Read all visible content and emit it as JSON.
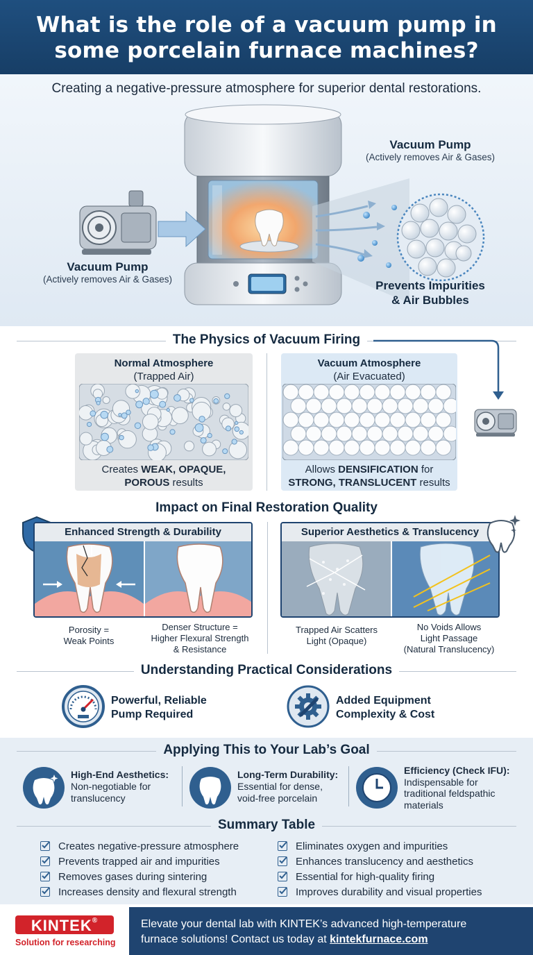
{
  "header": {
    "title_line1": "What is the role of a vacuum pump in",
    "title_line2": "some porcelain furnace machines?"
  },
  "hero": {
    "subtitle": "Creating a negative-pressure atmosphere for superior dental restorations.",
    "pump_left_title": "Vacuum Pump",
    "pump_left_sub": "(Actively removes Air & Gases)",
    "pump_right_title": "Vacuum Pump",
    "pump_right_sub": "(Actively removes Air & Gases)",
    "prevents_line1": "Prevents Impurities",
    "prevents_line2": "& Air Bubbles"
  },
  "physics": {
    "title": "The Physics of Vacuum Firing",
    "normal_title": "Normal Atmosphere",
    "normal_sub": "(Trapped Air)",
    "normal_result_pre": "Creates ",
    "normal_result_bold1": "WEAK, OPAQUE,",
    "normal_result_bold2": "POROUS",
    "normal_result_post": " results",
    "vacuum_title": "Vacuum Atmosphere",
    "vacuum_sub": "(Air Evacuated)",
    "vacuum_result_pre": "Allows ",
    "vacuum_result_bold1": "DENSIFICATION",
    "vacuum_result_mid": " for",
    "vacuum_result_bold2": "STRONG, TRANSLUCENT",
    "vacuum_result_post": " results"
  },
  "impact": {
    "title": "Impact on Final Restoration Quality",
    "strength_title": "Enhanced Strength & Durability",
    "aesthetics_title": "Superior Aesthetics & Translucency",
    "cap1_l1": "Porosity =",
    "cap1_l2": "Weak Points",
    "cap2_l1": "Denser Structure =",
    "cap2_l2": "Higher Flexural Strength",
    "cap2_l3": "& Resistance",
    "cap3_l1": "Trapped Air Scatters",
    "cap3_l2": "Light (Opaque)",
    "cap4_l1": "No Voids Allows",
    "cap4_l2": "Light Passage",
    "cap4_l3": "(Natural Translucency)"
  },
  "practical": {
    "title": "Understanding Practical Considerations",
    "item1_l1": "Powerful, Reliable",
    "item1_l2": "Pump Required",
    "item2_l1": "Added Equipment",
    "item2_l2": "Complexity & Cost"
  },
  "goal": {
    "title": "Applying This to Your Lab’s Goal",
    "g1_title": "High-End Aesthetics:",
    "g1_l1": "Non-negotiable for",
    "g1_l2": "translucency",
    "g2_title": "Long-Term Durability:",
    "g2_l1": "Essential for dense,",
    "g2_l2": "void-free porcelain",
    "g3_title": "Efficiency (Check IFU):",
    "g3_l1": "Indispensable for",
    "g3_l2": "traditional feldspathic",
    "g3_l3": "materials"
  },
  "summary": {
    "title": "Summary Table",
    "left": [
      "Creates negative-pressure atmosphere",
      "Prevents trapped air and impurities",
      "Removes gases during sintering",
      "Increases density and flexural strength"
    ],
    "right": [
      "Eliminates oxygen and impurities",
      "Enhances translucency and aesthetics",
      "Essential for high-quality firing",
      "Improves durability and visual properties"
    ]
  },
  "footer": {
    "brand": "KINTEK",
    "registered": "®",
    "tagline": "Solution for researching",
    "cta_l1": "Elevate your dental lab with KINTEK’s advanced high-temperature",
    "cta_l2_pre": "furnace solutions! Contact us today at ",
    "cta_link": "kintekfurnace.com"
  },
  "colors": {
    "navy": "#1f4470",
    "header": "#1f4f7f",
    "accent_red": "#d2232a",
    "panel_blue": "#dce9f5",
    "panel_gray": "#e6e8ea"
  }
}
